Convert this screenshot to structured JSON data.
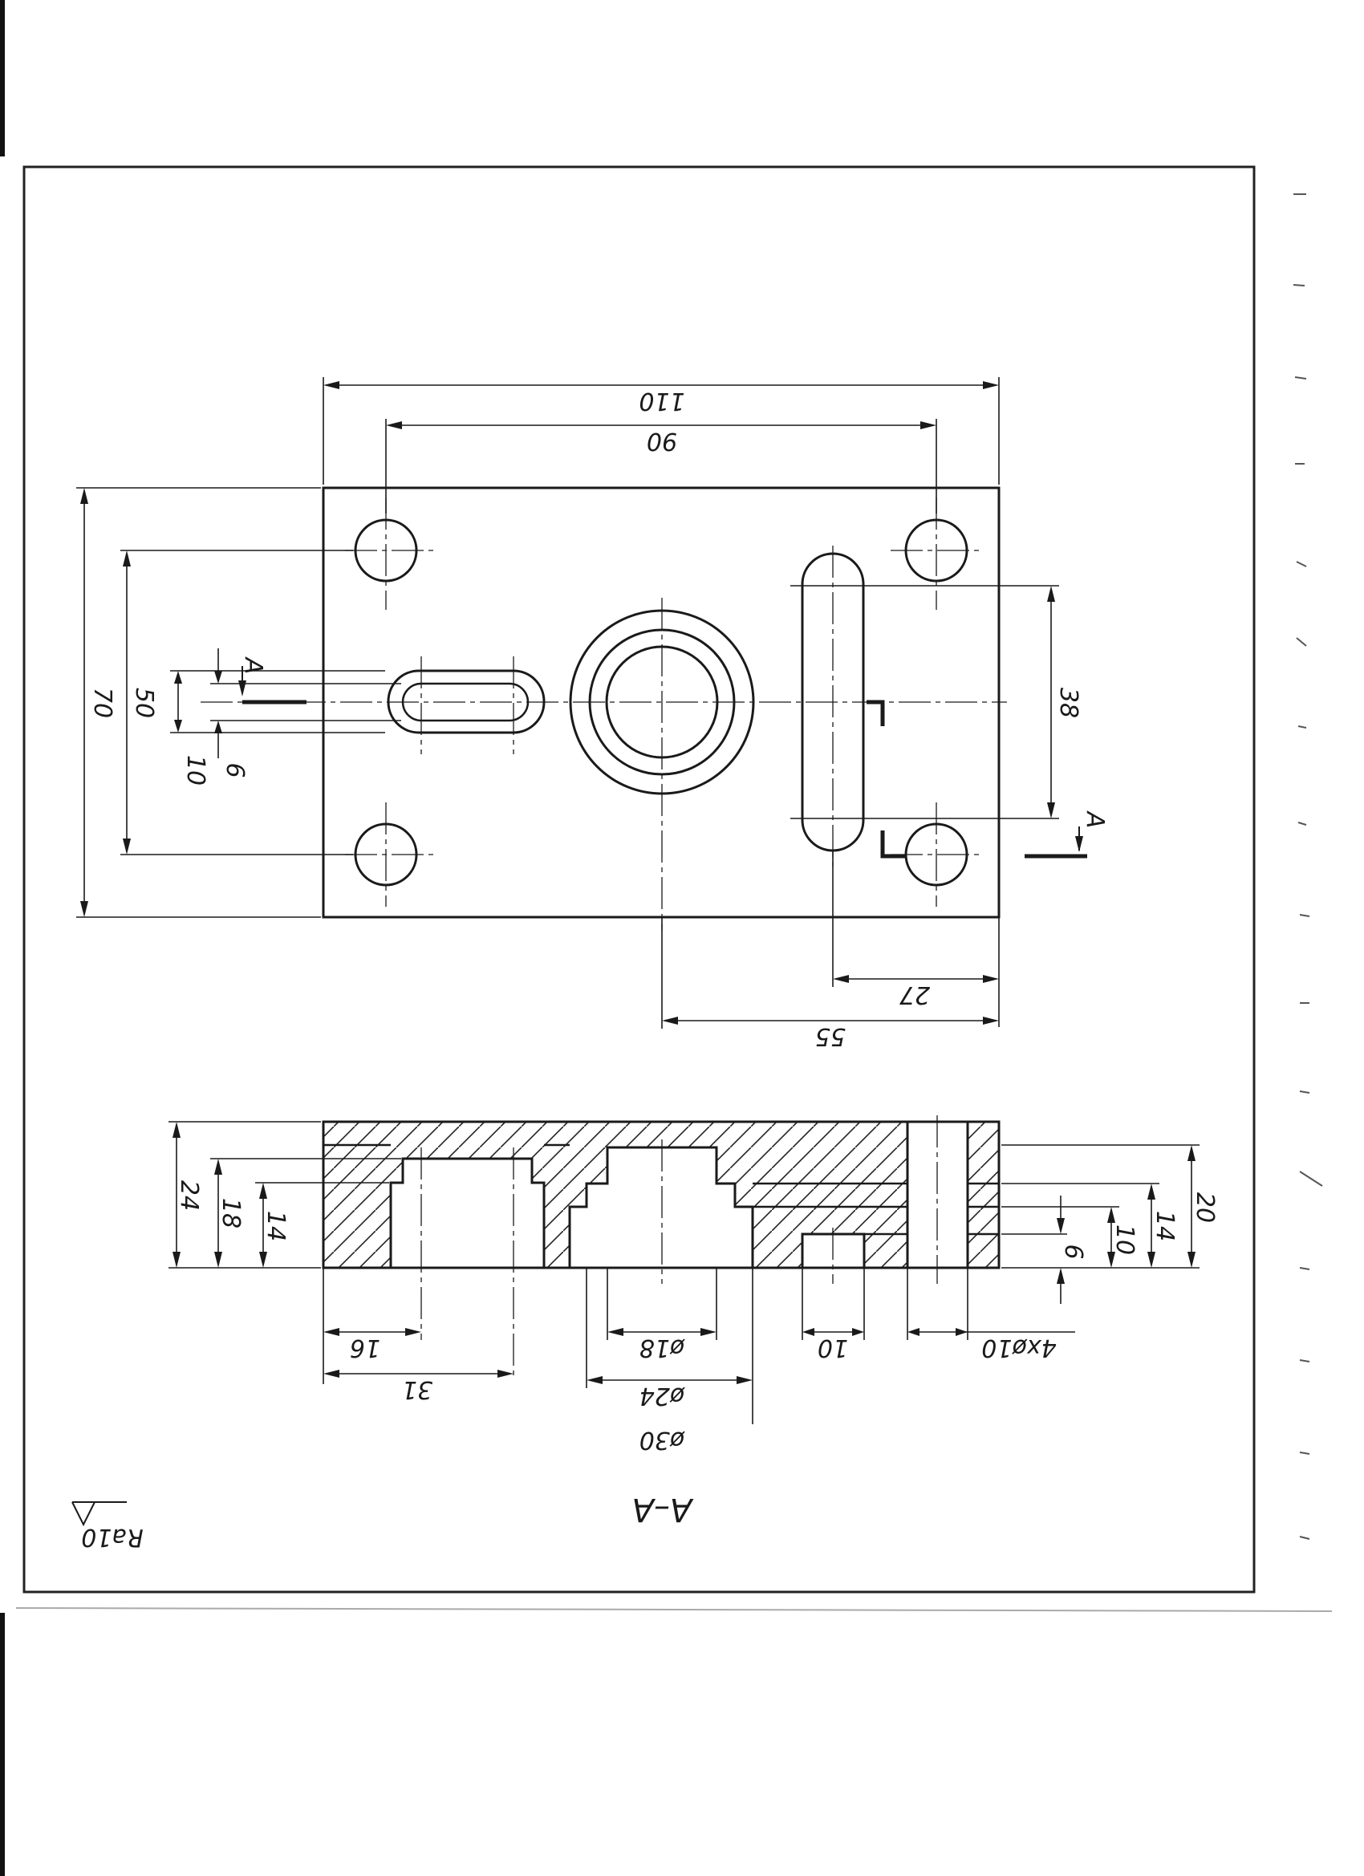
{
  "plan_view": {
    "dims": {
      "overall_width": "110",
      "hole_spacing_x": "90",
      "overall_height": "70",
      "hole_spacing_y": "50",
      "slot_width": "10",
      "slot_offset": "6",
      "long_slot_length": "38",
      "long_slot_offset": "27",
      "center_offset": "55"
    },
    "section_marker": "A"
  },
  "section_view": {
    "title": "A–A",
    "dims": {
      "height_24": "24",
      "height_18": "18",
      "height_14_left": "14",
      "height_20": "20",
      "height_14_right": "14",
      "height_10": "10",
      "height_6": "6",
      "width_16": "16",
      "width_31": "31",
      "dia_18": "ø18",
      "dia_24": "ø24",
      "dia_30": "ø30",
      "width_10": "10",
      "holes": "4xø10"
    }
  },
  "roughness": "Ra10"
}
